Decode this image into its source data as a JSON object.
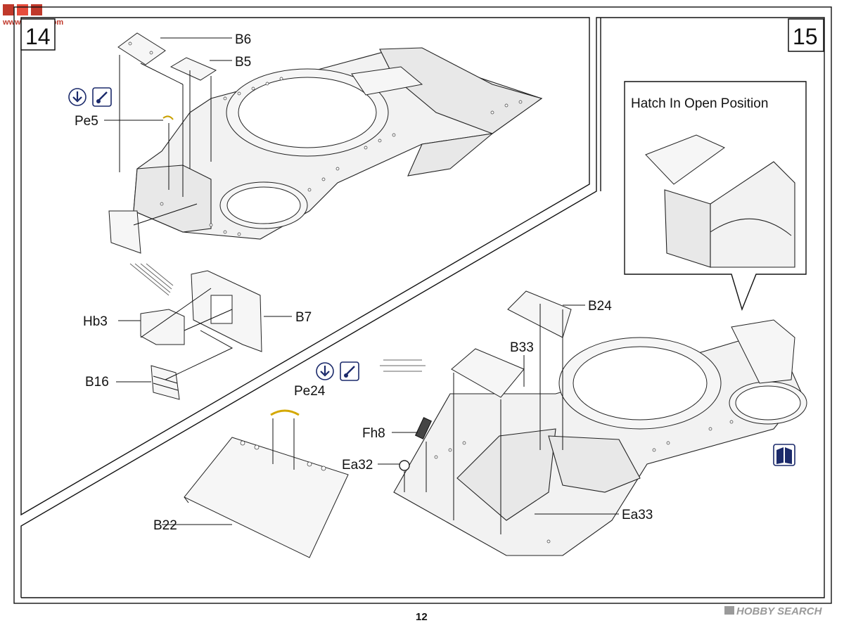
{
  "watermark": {
    "top_left": "www.hobby.com",
    "bottom_right": "HOBBY SEARCH"
  },
  "page_number": "12",
  "step14": {
    "number": "14",
    "parts": {
      "b6": "B6",
      "b5": "B5",
      "pe5": "Pe5",
      "hb3": "Hb3",
      "b7": "B7",
      "b16": "B16",
      "pe24": "Pe24",
      "b22": "B22"
    }
  },
  "step15": {
    "number": "15",
    "inset_caption": "Hatch In Open Position",
    "parts": {
      "b24": "B24",
      "b33": "B33",
      "fh8": "Fh8",
      "ea32": "Ea32",
      "ea33": "Ea33"
    }
  },
  "icons": [
    "glue-down-icon",
    "brush-glue-icon",
    "glue-down-icon",
    "brush-glue-icon",
    "paint-flag-icon"
  ],
  "colors": {
    "icon_blue": "#1b2a6b",
    "watermark_red": "#c0392b"
  }
}
